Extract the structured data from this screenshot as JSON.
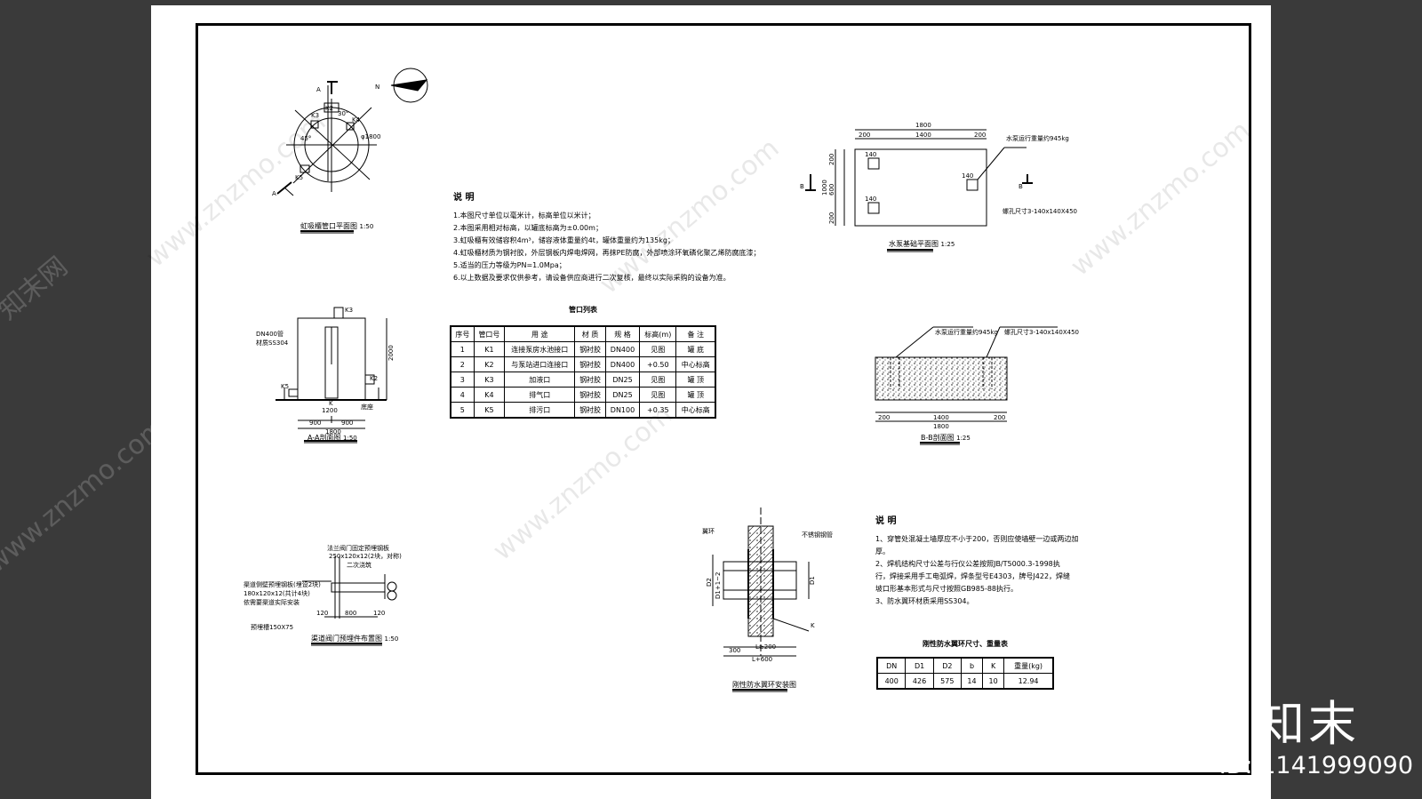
{
  "watermarks": [
    "www.znzmo.com",
    "www.znzmo.com",
    "www.znzmo.com",
    "www.znzmo.com",
    "www.znzmo.com",
    "知末网"
  ],
  "brand": "知末",
  "image_id": "ID: 1141999090",
  "plan": {
    "title": "虹吸櫃管口平面图",
    "scale": "1:50",
    "north": "N",
    "section_marker": "A",
    "labels": [
      "K2",
      "K3",
      "K4",
      "K5",
      "45°",
      "30°",
      "φ1800"
    ]
  },
  "sectionAA": {
    "title": "A-A剖面图",
    "scale": "1:50",
    "labels": [
      "DN400管",
      "材质SS304",
      "K3",
      "K2",
      "K5",
      "K",
      "2000",
      "1200",
      "900",
      "900",
      "1800",
      "底座"
    ]
  },
  "valve": {
    "title": "渠道阀门预埋件布置图",
    "scale": "1:50",
    "labels": [
      "法兰阀门固定预埋钢板",
      "250x120x12(2块，对称)",
      "二次浇筑",
      "渠道侧壁预埋钢板(埋设2块)",
      "180x120x12(共计4块)",
      "依需要渠道实际安装",
      "预埋槽150X75",
      "120",
      "800",
      "120"
    ]
  },
  "notes1": {
    "heading": "说 明",
    "lines": [
      "1.本图尺寸单位以毫米计，标高单位以米计；",
      "2.本图采用相对标高，以罐底标高为±0.00m；",
      "3.虹吸櫃有效储容积4m³，储容液体重量约4t，罐体重量约为135kg；",
      "4.虹吸櫃材质为钢衬胶，外层钢板内焊电焊网，再抹PE防腐，外部喷涂环氧磷化聚乙烯防腐底漆；",
      "5.适当的压力等级为PN=1.0Mpa；",
      "6.以上数据及要求仅供参考，请设备供应商进行二次复核，最终以实际采购的设备为准。"
    ]
  },
  "port_table": {
    "title": "管口列表",
    "headers": [
      "序号",
      "管口号",
      "用 途",
      "材 质",
      "规 格",
      "标高(m)",
      "备 注"
    ],
    "rows": [
      [
        "1",
        "K1",
        "连接泵房水池接口",
        "钢衬胶",
        "DN400",
        "见图",
        "罐 底"
      ],
      [
        "2",
        "K2",
        "与泵站进口连接口",
        "钢衬胶",
        "DN400",
        "+0.50",
        "中心标高"
      ],
      [
        "3",
        "K3",
        "加液口",
        "钢衬胶",
        "DN25",
        "见图",
        "罐 顶"
      ],
      [
        "4",
        "K4",
        "排气口",
        "钢衬胶",
        "DN25",
        "见图",
        "罐 顶"
      ],
      [
        "5",
        "K5",
        "排污口",
        "钢衬胶",
        "DN100",
        "+0.35",
        "中心标高"
      ]
    ]
  },
  "pump_plan": {
    "title": "水泵基础平面图",
    "scale": "1:25",
    "marker_left": "B",
    "marker_right": "B",
    "dims": [
      "1800",
      "200",
      "1400",
      "200",
      "200",
      "600",
      "200",
      "1000",
      "140",
      "140",
      "140"
    ],
    "notes": [
      "水泵运行重量约945kg",
      "螺孔尺寸3-140x140X450"
    ]
  },
  "sectionBB": {
    "title": "B-B剖面图",
    "scale": "1:25",
    "dims": [
      "200",
      "1400",
      "200",
      "1800"
    ],
    "notes": [
      "水泵运行重量约945kg",
      "螺孔尺寸3-140x140X450"
    ]
  },
  "ring": {
    "title": "刚性防水翼环安装图",
    "labels": [
      "翼环",
      "不锈钢钢管",
      "D2",
      "D1+1~2",
      "D1",
      "K",
      "300",
      "L≥200",
      "L+600"
    ]
  },
  "notes2": {
    "heading": "说 明",
    "lines": [
      "1、穿管处混凝土墙厚应不小于200，否则应使墙壁一边或两边加",
      "厚。",
      "2、焊机结构尺寸公差与行仪公差按照JB/T5000.3-1998执",
      "行，焊接采用手工电弧焊，焊条型号E4303，牌号J422，焊缝",
      "坡口形基本形式与尺寸按照GB985-88执行。",
      "3、防水翼环材质采用SS304。"
    ]
  },
  "ring_table": {
    "title": "刚性防水翼环尺寸、重量表",
    "headers": [
      "DN",
      "D1",
      "D2",
      "b",
      "K",
      "重量(kg)"
    ],
    "rows": [
      [
        "400",
        "426",
        "575",
        "14",
        "10",
        "12.94"
      ]
    ]
  }
}
